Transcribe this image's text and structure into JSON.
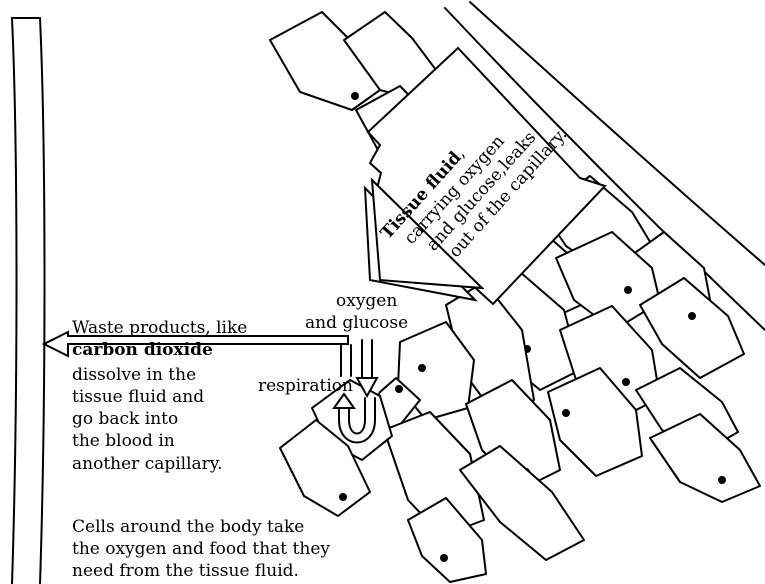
{
  "tissue_fluid": {
    "title": "Tissue fluid",
    "comma": ",",
    "line2": "carrying oxygen",
    "line3": "and glucose,leaks",
    "line4": "out of the capillary."
  },
  "oxygen_label": {
    "line1": "oxygen",
    "line2": "and glucose"
  },
  "respiration_label": "respiration",
  "waste": {
    "line1": "Waste products, like",
    "line2": "carbon dioxide",
    "line3": "dissolve in the",
    "line4": "tissue fluid and",
    "line5": "go back into",
    "line6": "the blood in",
    "line7": "another capillary."
  },
  "cells_caption": {
    "line1": "Cells around the body take",
    "line2": "the oxygen and food that they",
    "line3": "need from the tissue fluid."
  }
}
